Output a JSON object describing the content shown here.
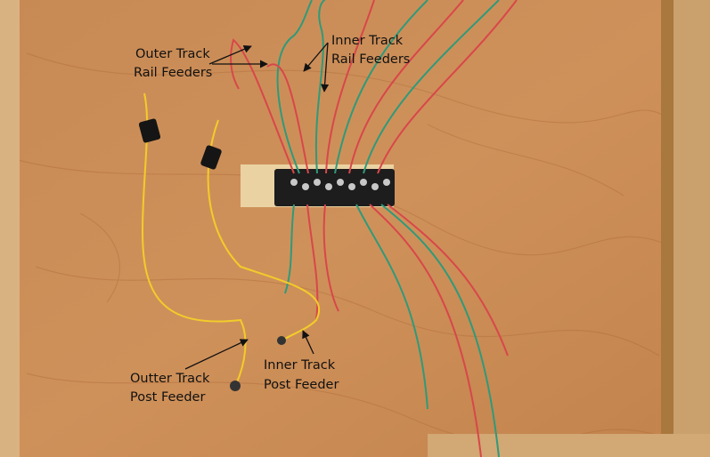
{
  "photo": {
    "subject": "layout-underside-wiring",
    "colors": {
      "wood": "#c98a52",
      "wire_red": "#d8474a",
      "wire_green": "#2f9a7a",
      "wire_yellow": "#f2cc2a",
      "terminal": "#1d1d1d"
    }
  },
  "annotations": {
    "outer_rail": {
      "line1": "Outer Track",
      "line2": "Rail Feeders"
    },
    "inner_rail": {
      "line1": "Inner Track",
      "line2": "Rail Feeders"
    },
    "outer_post": {
      "line1": "Outter Track",
      "line2": "Post Feeder"
    },
    "inner_post": {
      "line1": "Inner Track",
      "line2": "Post Feeder"
    }
  }
}
